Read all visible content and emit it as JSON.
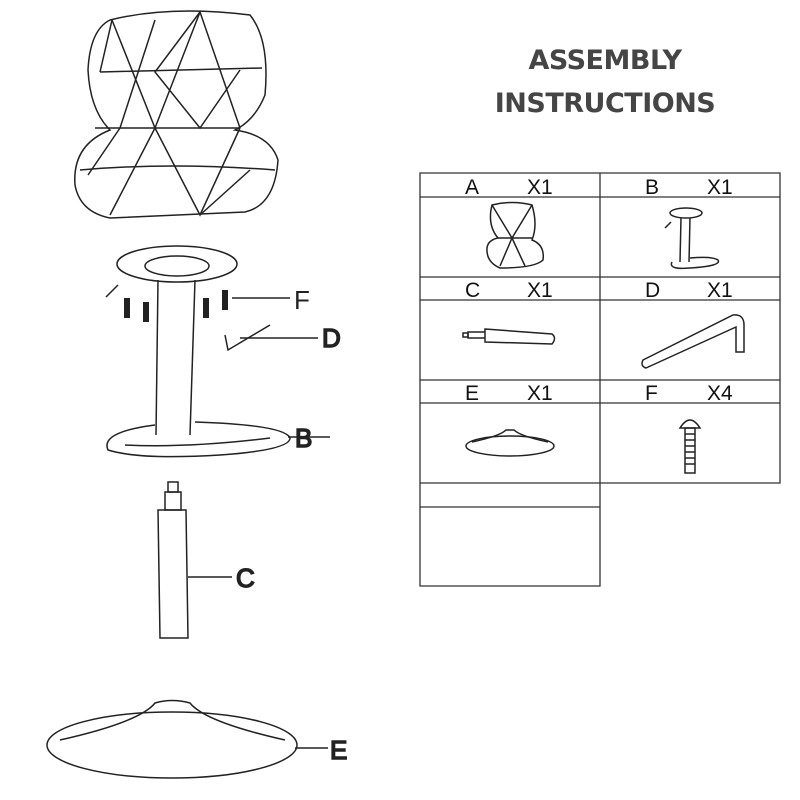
{
  "title": {
    "line1": "ASSEMBLY",
    "line2": "INSTRUCTIONS"
  },
  "diagram_labels": {
    "F": "F",
    "D": "D",
    "B": "B",
    "C": "C",
    "E": "E"
  },
  "parts": [
    {
      "letter": "A",
      "qty": "X1",
      "icon": "seat-icon"
    },
    {
      "letter": "B",
      "qty": "X1",
      "icon": "gas-lift-footrest-icon"
    },
    {
      "letter": "C",
      "qty": "X1",
      "icon": "gas-cylinder-icon"
    },
    {
      "letter": "D",
      "qty": "X1",
      "icon": "allen-key-icon"
    },
    {
      "letter": "E",
      "qty": "X1",
      "icon": "base-plate-icon"
    },
    {
      "letter": "F",
      "qty": "X4",
      "icon": "screw-icon"
    }
  ]
}
